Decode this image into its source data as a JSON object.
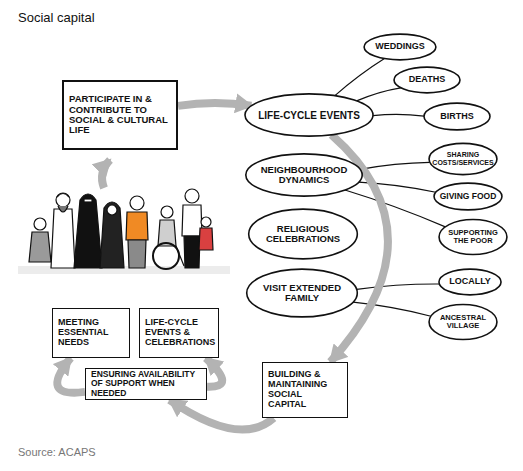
{
  "diagram": {
    "title": "Social capital",
    "caption": "Source: ACAPS",
    "nodes": [
      {
        "text": [
          "PARTICIPATE IN & CONTRIBUTE TO SOCIAL & CULTURAL LIFE"
        ]
      },
      {
        "text": [
          "LIFE-CYCLE EVENTS"
        ]
      },
      {
        "text": [
          "WEDDINGS"
        ]
      },
      {
        "text": [
          "DEATHS"
        ]
      },
      {
        "text": [
          "BIRTHS"
        ]
      },
      {
        "text": [
          "NEIGHBOURHOOD DYNAMICS"
        ]
      },
      {
        "text": [
          "SHARING COSTS/SERVICES"
        ]
      },
      {
        "text": [
          "GIVING FOOD"
        ]
      },
      {
        "text": [
          "SUPPORTING THE POOR"
        ]
      },
      {
        "text": [
          "RELIGIOUS CELEBRATIONS"
        ]
      },
      {
        "text": [
          "VISIT EXTENDED FAMILY"
        ]
      },
      {
        "text": [
          "LOCALLY"
        ]
      },
      {
        "text": [
          "ANCESTRAL VILLAGE"
        ]
      },
      {
        "text": [
          "MEETING ESSENTIAL NEEDS"
        ]
      },
      {
        "text": [
          "LIFE-CYCLE EVENTS & CELEBRATIONS"
        ]
      },
      {
        "text": [
          "ENSURING AVAILABILITY OF SUPPORT WHEN NEEDED"
        ]
      },
      {
        "text": [
          "BUILDING & MAINTAINING SOCIAL CAPITAL"
        ]
      }
    ],
    "edges": [
      {
        "from": 0,
        "to": 1,
        "arrow": "to"
      },
      {
        "from": 1,
        "to": 2,
        "arrow": "none"
      },
      {
        "from": 1,
        "to": 3,
        "arrow": "none"
      },
      {
        "from": 1,
        "to": 4,
        "arrow": "none"
      },
      {
        "from": 5,
        "to": 6,
        "arrow": "none"
      },
      {
        "from": 5,
        "to": 7,
        "arrow": "none"
      },
      {
        "from": 5,
        "to": 8,
        "arrow": "none"
      },
      {
        "from": 10,
        "to": 11,
        "arrow": "none"
      },
      {
        "from": 10,
        "to": 12,
        "arrow": "none"
      },
      {
        "from": 1,
        "to": 16,
        "arrow": "to"
      },
      {
        "from": 16,
        "to": 15,
        "arrow": "to"
      },
      {
        "from": 15,
        "to": 13,
        "arrow": "to"
      },
      {
        "from": 15,
        "to": 14,
        "arrow": "to"
      }
    ]
  }
}
